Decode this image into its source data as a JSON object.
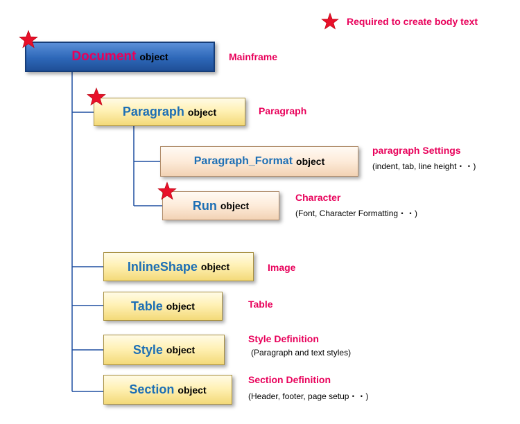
{
  "legend": {
    "text": "Required to create body text",
    "icon": "star-icon",
    "star_color": "#e8102a"
  },
  "colors": {
    "label": "#e8005a",
    "object_name": "#1d6fb5",
    "connector": "#1f4fa0"
  },
  "nodes": {
    "document": {
      "name": "Document",
      "suffix": "object",
      "label": "Mainframe",
      "required": true
    },
    "paragraph": {
      "name": "Paragraph",
      "suffix": "object",
      "label": "Paragraph",
      "required": true
    },
    "paragraph_format": {
      "name": "Paragraph_Format",
      "suffix": "object",
      "label": "paragraph Settings",
      "description": "(indent, tab, line height・・)",
      "required": false
    },
    "run": {
      "name": "Run",
      "suffix": "object",
      "label": "Character",
      "description": "(Font, Character Formatting・・)",
      "required": true
    },
    "inline_shape": {
      "name": "InlineShape",
      "suffix": "object",
      "label": "Image",
      "required": false
    },
    "table": {
      "name": "Table",
      "suffix": "object",
      "label": "Table",
      "required": false
    },
    "style": {
      "name": "Style",
      "suffix": "object",
      "label": "Style Definition",
      "description": "(Paragraph and text styles)",
      "required": false
    },
    "section": {
      "name": "Section",
      "suffix": "object",
      "label": "Section Definition",
      "description": "(Header, footer, page setup・・)",
      "required": false
    }
  },
  "hierarchy": {
    "document": [
      "paragraph",
      "inline_shape",
      "table",
      "style",
      "section"
    ],
    "paragraph": [
      "paragraph_format",
      "run"
    ]
  }
}
